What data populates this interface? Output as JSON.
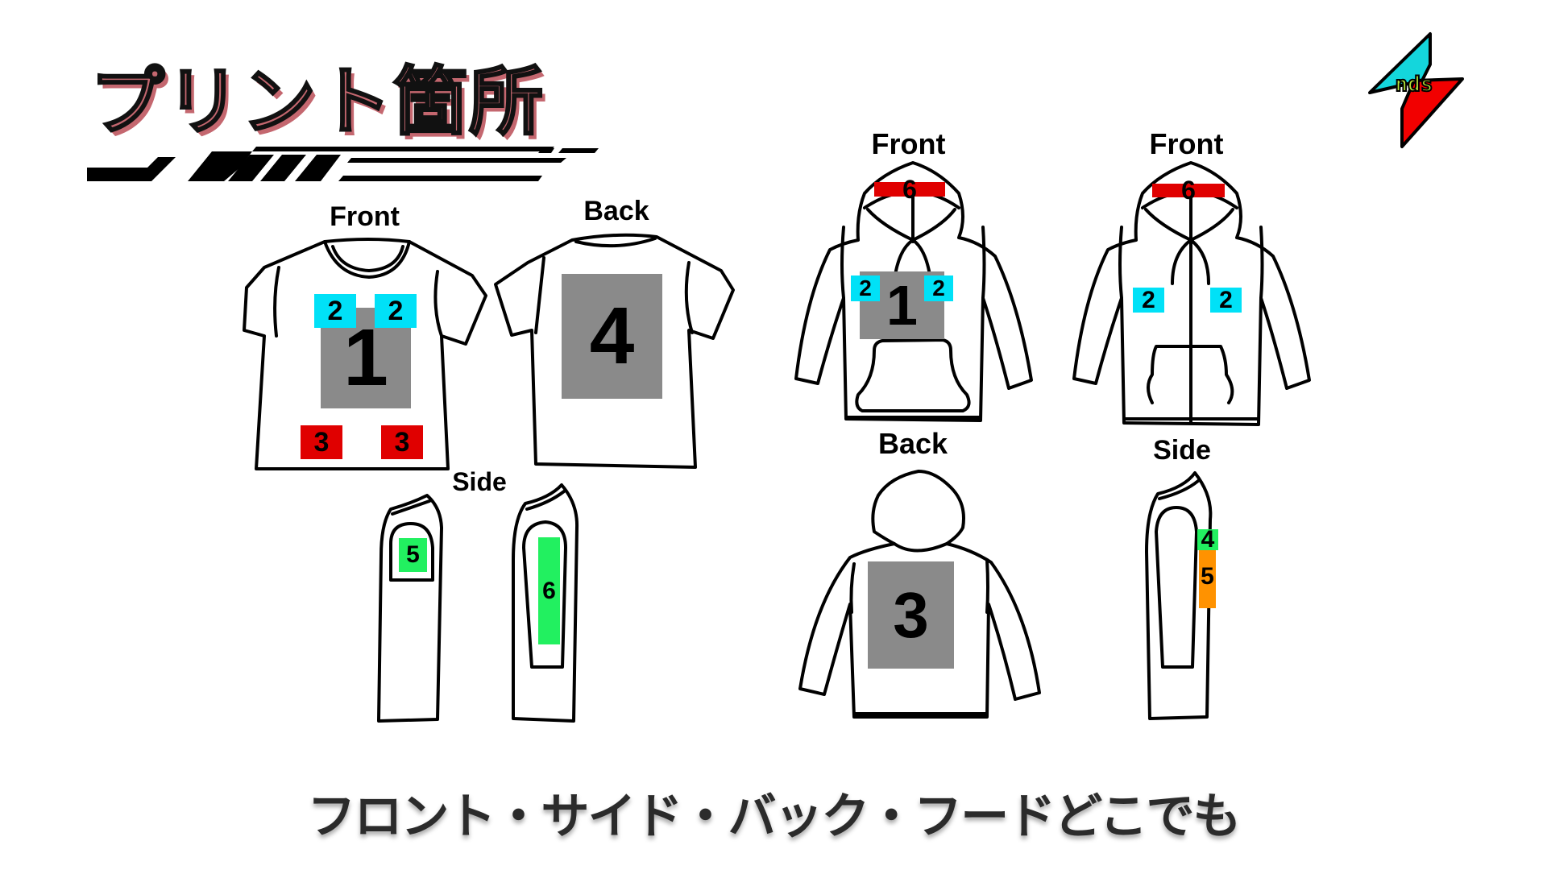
{
  "header": {
    "title": "プリント箇所",
    "title_color": "#c4676f"
  },
  "logo": {
    "text": "nds",
    "colors": {
      "top": "#14d6dc",
      "bottom": "#f20000",
      "text": "#b7e83a"
    }
  },
  "colors": {
    "zone_gray": "#8a8a8a",
    "zone_cyan": "#00e1f7",
    "zone_red": "#e00000",
    "zone_green": "#22f060",
    "zone_orange": "#ff9200"
  },
  "tshirt": {
    "front": {
      "label": "Front",
      "zones": [
        {
          "id": "1",
          "color": "gray"
        },
        {
          "id": "2",
          "color": "cyan"
        },
        {
          "id": "2",
          "color": "cyan"
        },
        {
          "id": "3",
          "color": "red"
        },
        {
          "id": "3",
          "color": "red"
        }
      ]
    },
    "back": {
      "label": "Back",
      "zones": [
        {
          "id": "4",
          "color": "gray"
        }
      ]
    },
    "side": {
      "label": "Side",
      "zones": [
        {
          "id": "5",
          "color": "green"
        },
        {
          "id": "6",
          "color": "green"
        }
      ]
    }
  },
  "hoodie": {
    "front": {
      "label": "Front",
      "zones": [
        {
          "id": "6",
          "color": "red"
        },
        {
          "id": "1",
          "color": "gray"
        },
        {
          "id": "2",
          "color": "cyan"
        },
        {
          "id": "2",
          "color": "cyan"
        }
      ]
    },
    "back": {
      "label": "Back",
      "zones": [
        {
          "id": "3",
          "color": "gray"
        }
      ]
    }
  },
  "zip_hoodie": {
    "front": {
      "label": "Front",
      "zones": [
        {
          "id": "6",
          "color": "red"
        },
        {
          "id": "2",
          "color": "cyan"
        },
        {
          "id": "2",
          "color": "cyan"
        }
      ]
    },
    "side": {
      "label": "Side",
      "zones": [
        {
          "id": "4",
          "color": "green"
        },
        {
          "id": "5",
          "color": "orange"
        }
      ]
    }
  },
  "footer": {
    "caption": "フロント・サイド・バック・フードどこでも"
  }
}
